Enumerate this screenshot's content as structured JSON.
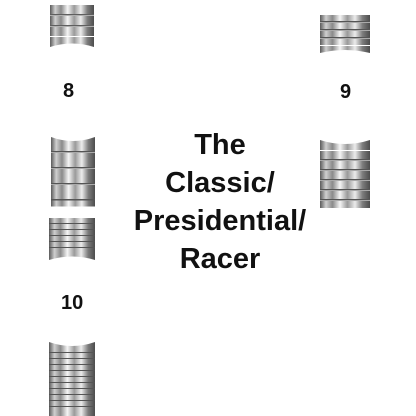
{
  "labels": {
    "n8": "8",
    "n9": "9",
    "n10": "10"
  },
  "title_lines": [
    "The",
    "Classic/",
    "Presidential/",
    "Racer"
  ],
  "bands": [
    {
      "id": "oyster",
      "color_light": "#f4f4f4",
      "color_dark": "#6e6e6e"
    },
    {
      "id": "jubilee",
      "color_light": "#f4f4f4",
      "color_dark": "#6e6e6e"
    },
    {
      "id": "president",
      "color_light": "#f4f4f4",
      "color_dark": "#6e6e6e"
    },
    {
      "id": "racer",
      "color_light": "#f4f4f4",
      "color_dark": "#6e6e6e"
    }
  ]
}
